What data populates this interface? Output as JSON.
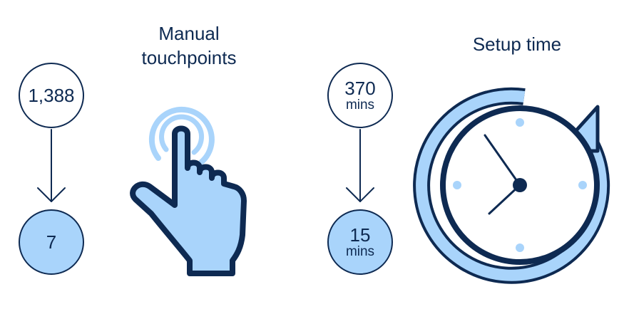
{
  "touchpoints": {
    "title_line1": "Manual",
    "title_line2": "touchpoints",
    "before_value": "1,388",
    "after_value": "7",
    "icon": "hand-tap-icon"
  },
  "setup": {
    "title": "Setup time",
    "before_value": "370",
    "before_unit": "mins",
    "after_value": "15",
    "after_unit": "mins",
    "icon": "clock-refresh-icon"
  },
  "colors": {
    "navy": "#0e2a52",
    "light_blue": "#a9d4fb",
    "white": "#ffffff"
  }
}
